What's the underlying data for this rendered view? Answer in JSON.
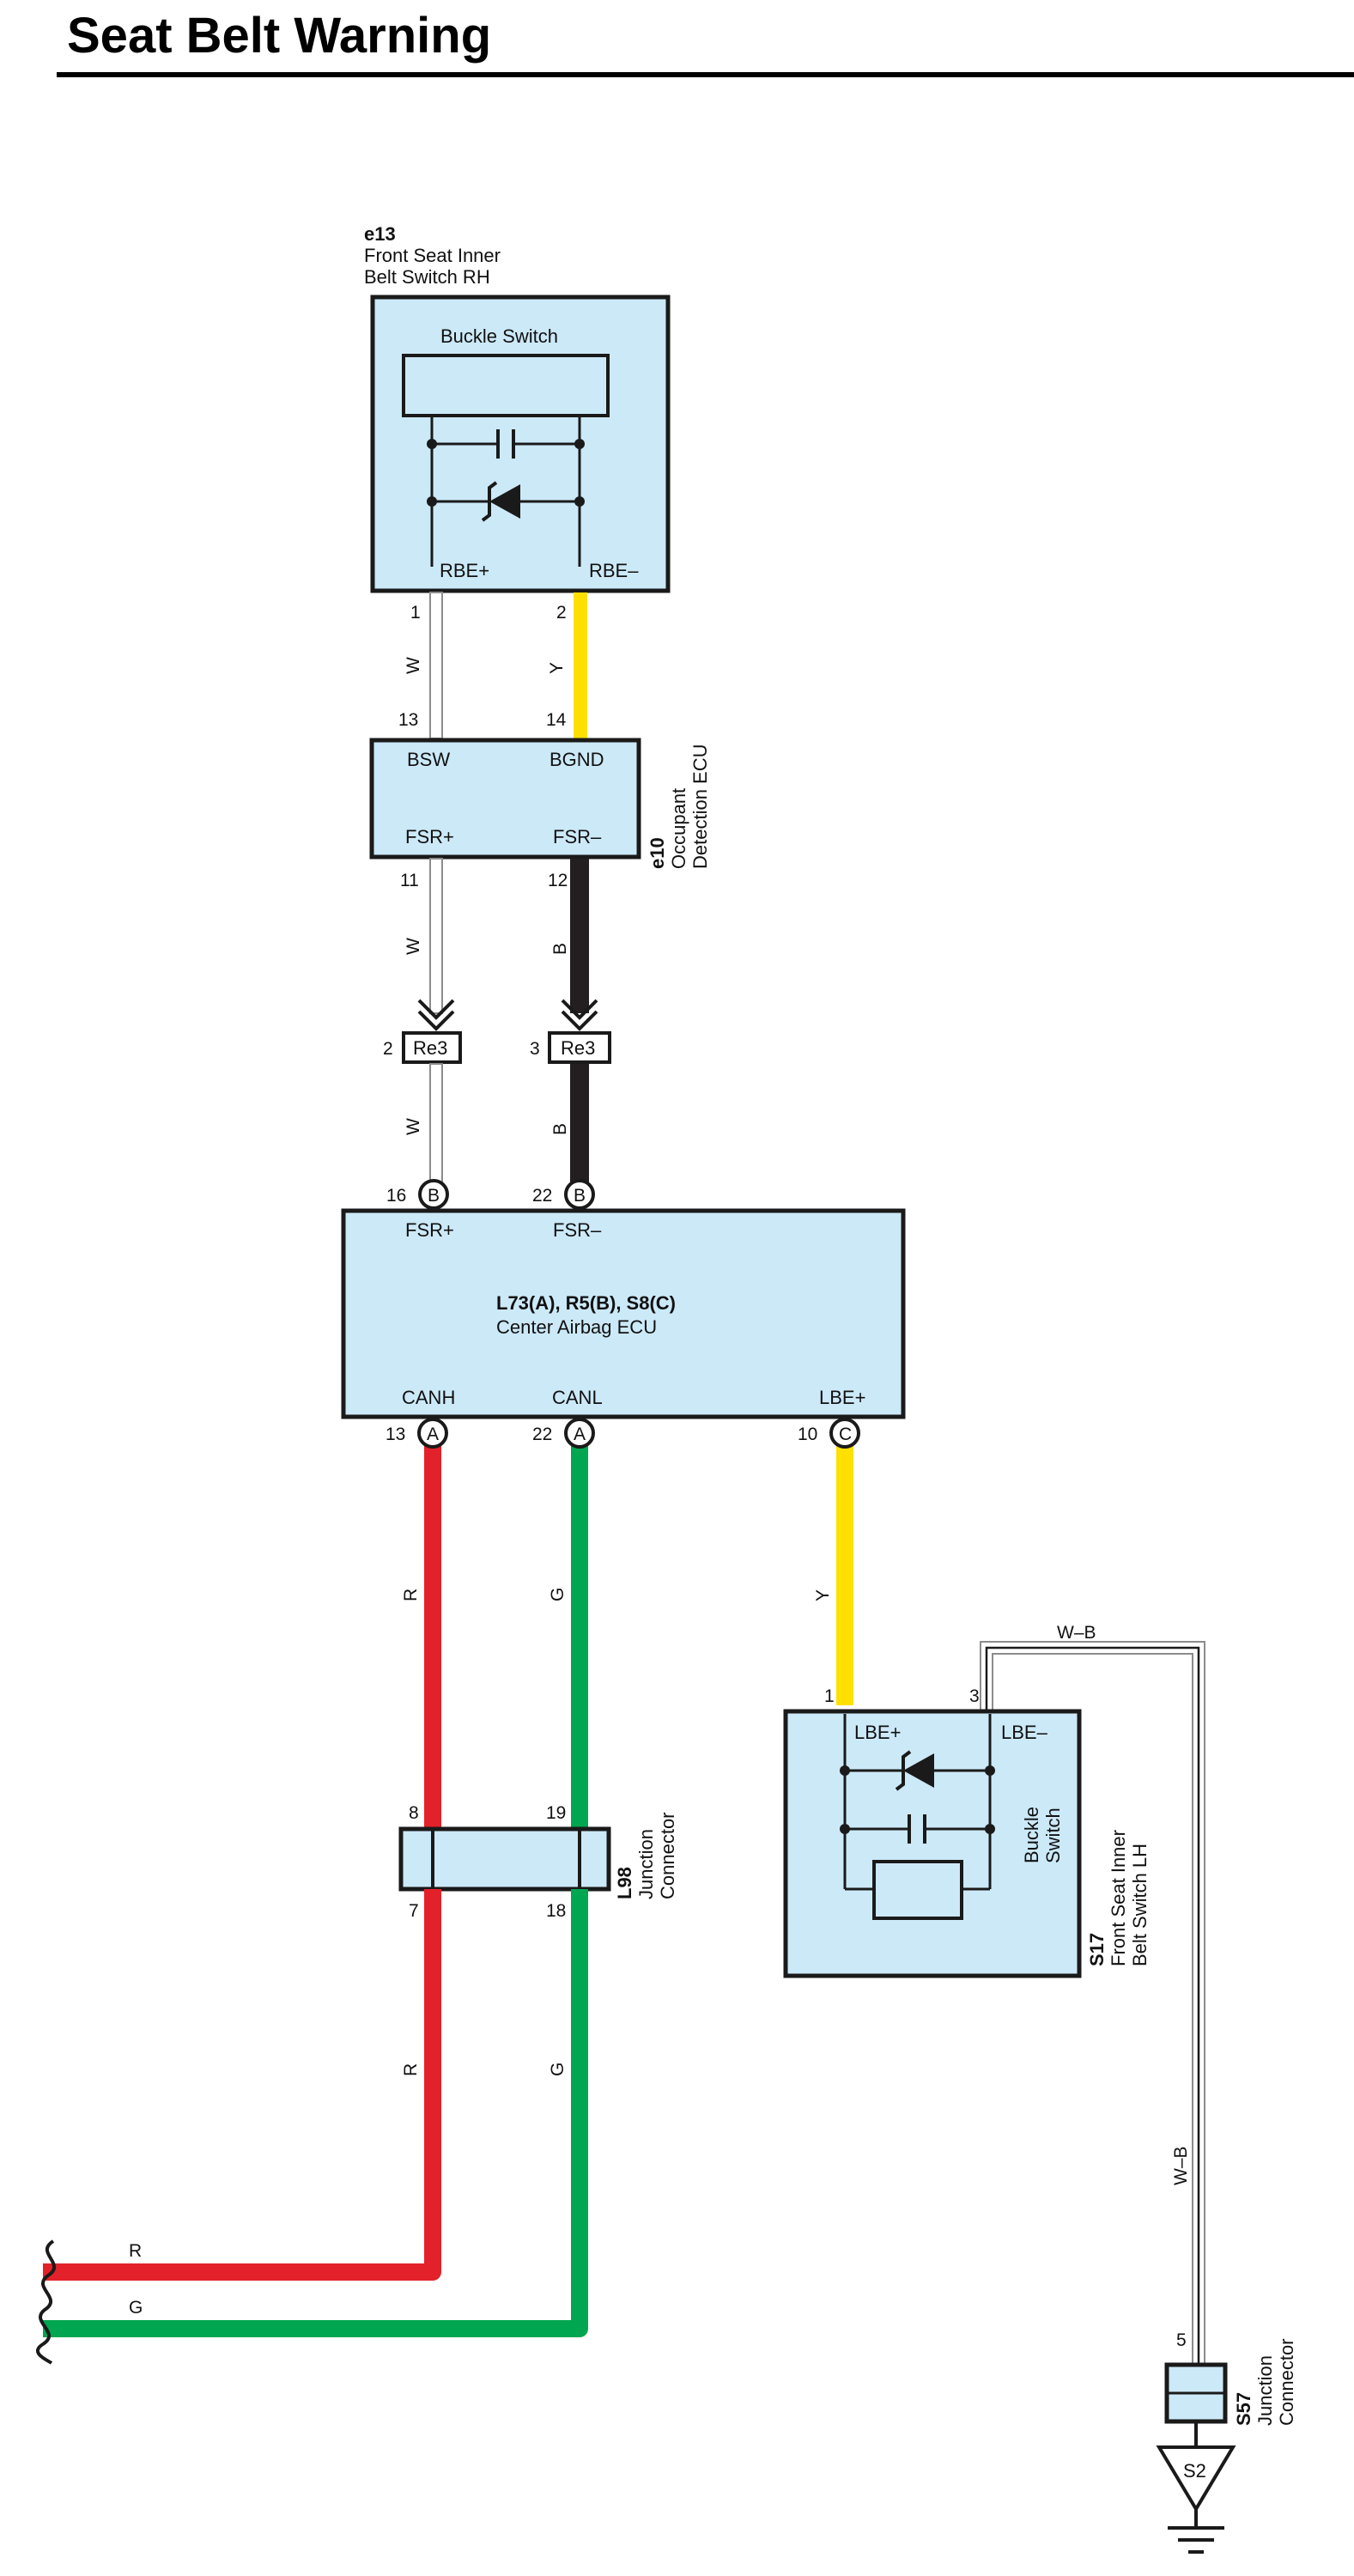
{
  "title": "Seat Belt Warning",
  "colors": {
    "box_fill": "#cce9f8",
    "wire_yellow": "#ffe000",
    "wire_black": "#231f20",
    "wire_red": "#e3212a",
    "wire_green": "#00a650",
    "wire_white_stroke": "#8c8c8c"
  },
  "components": {
    "e13": {
      "code": "e13",
      "name1": "Front Seat Inner",
      "name2": "Belt Switch RH",
      "inner": "Buckle Switch",
      "term_pos": "RBE+",
      "term_neg": "RBE–",
      "pin_pos": "1",
      "pin_neg": "2"
    },
    "e10": {
      "code": "e10",
      "name1": "Occupant",
      "name2": "Detection ECU",
      "t_bsw": "BSW",
      "t_bgnd": "BGND",
      "t_fsrp": "FSR+",
      "t_fsrn": "FSR–",
      "pin_bsw": "13",
      "pin_bgnd": "14",
      "pin_fsrp": "11",
      "pin_fsrn": "12"
    },
    "re3": {
      "label": "Re3",
      "pin_a": "2",
      "pin_b": "3"
    },
    "ecu": {
      "code": "L73(A), R5(B), S8(C)",
      "name": "Center Airbag ECU",
      "t_fsrp": "FSR+",
      "t_fsrn": "FSR–",
      "t_canh": "CANH",
      "t_canl": "CANL",
      "t_lbe": "LBE+",
      "pin_fsrp": "16",
      "pin_fsrn": "22",
      "pin_canh": "13",
      "pin_canl": "22",
      "pin_lbe": "10",
      "conn_fsrp": "B",
      "conn_fsrn": "B",
      "conn_canh": "A",
      "conn_canl": "A",
      "conn_lbe": "C"
    },
    "l98": {
      "code": "L98",
      "name1": "Junction",
      "name2": "Connector",
      "pin_r_top": "8",
      "pin_g_top": "19",
      "pin_r_bot": "7",
      "pin_g_bot": "18"
    },
    "s17": {
      "code": "S17",
      "name1": "Front Seat Inner",
      "name2": "Belt Switch LH",
      "inner1": "Buckle",
      "inner2": "Switch",
      "term_pos": "LBE+",
      "term_neg": "LBE–",
      "pin_pos": "1",
      "pin_neg": "3"
    },
    "s57": {
      "code": "S57",
      "name1": "Junction",
      "name2": "Connector",
      "pin": "5"
    },
    "ground": {
      "label": "S2"
    }
  },
  "wires": {
    "w_e13_1": "W",
    "w_e13_2": "Y",
    "w_e10_11": "W",
    "w_e10_12": "B",
    "w_re3_2": "W",
    "w_re3_3": "B",
    "w_canh": "R",
    "w_canl": "G",
    "w_lbe": "Y",
    "w_l98_7": "R",
    "w_l98_18": "G",
    "w_wb_top": "W–B",
    "w_wb_side": "W–B",
    "w_r_end": "R",
    "w_g_end": "G"
  }
}
